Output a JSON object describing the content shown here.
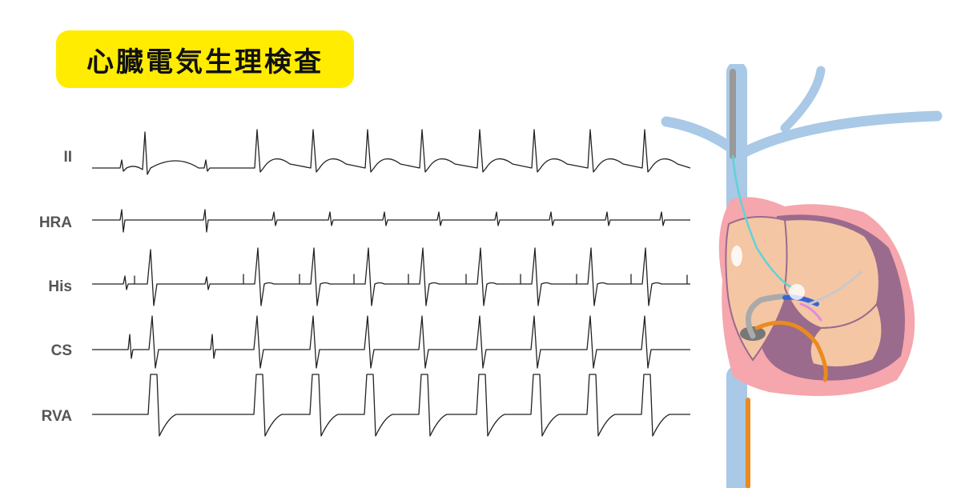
{
  "title": "心臓電気生理検査",
  "leads": [
    {
      "key": "ii",
      "label": "II"
    },
    {
      "key": "hra",
      "label": "HRA"
    },
    {
      "key": "his",
      "label": "His"
    },
    {
      "key": "cs",
      "label": "CS"
    },
    {
      "key": "rva",
      "label": "RVA"
    }
  ],
  "colors": {
    "title_badge": "#ffec00",
    "trace": "#222222",
    "vein": "#a9c9e6",
    "heart_outer": "#f6a6ad",
    "heart_inner": "#f4c6a4",
    "ventricle_wall": "#9a6b8c",
    "catheter_orange": "#e98b1f",
    "catheter_cyan": "#5fd3d8",
    "catheter_blue": "#3b63d9",
    "catheter_pink": "#e08be0"
  }
}
